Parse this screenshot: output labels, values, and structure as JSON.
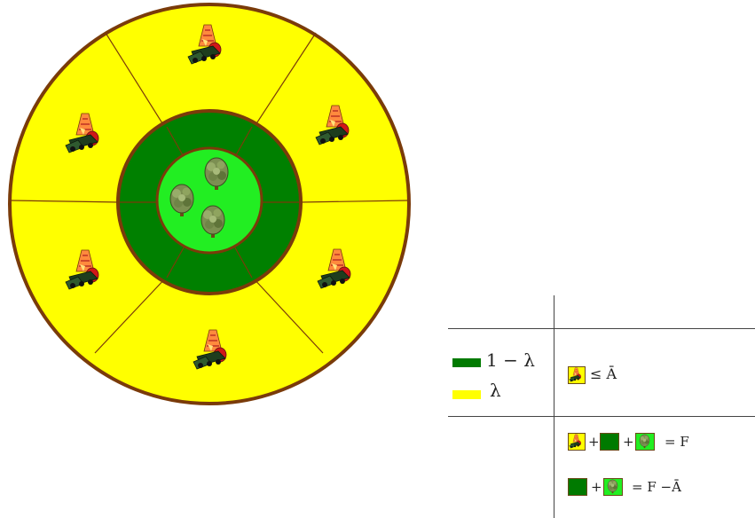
{
  "colors": {
    "outer_ring": "#ffff00",
    "middle_ring": "#008000",
    "center": "#22ee22",
    "border": "#7a3b0a",
    "legend_dark": "#007a00",
    "legend_light": "#ffff00"
  },
  "icons": {
    "outer_ring": "farm-machinery-icon",
    "center": "tree-icon"
  },
  "legend": {
    "dark_label": "1 − λ",
    "light_label": "λ"
  },
  "table": {
    "constraint_op": "≤ Ā",
    "plus": "+",
    "eq_total": "= F",
    "eq_remainder": "= F −Ā"
  }
}
